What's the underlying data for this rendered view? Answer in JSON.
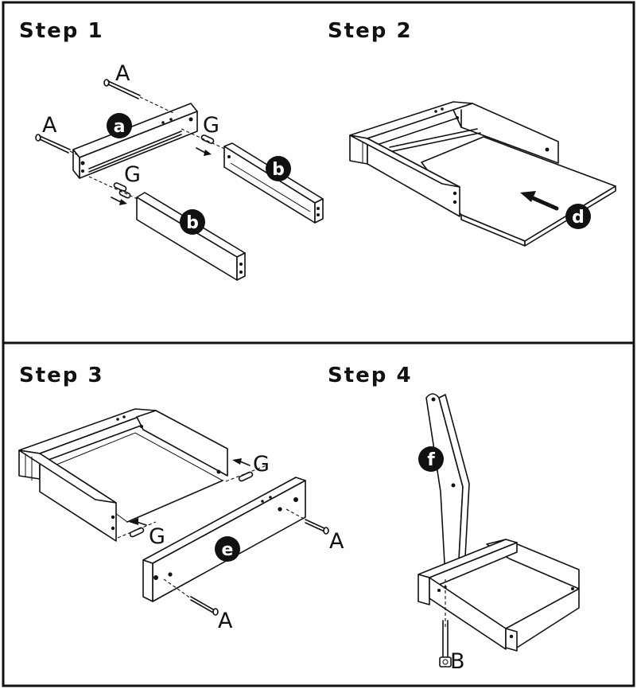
{
  "steps": [
    {
      "title": "Step 1"
    },
    {
      "title": "Step 2"
    },
    {
      "title": "Step 3"
    },
    {
      "title": "Step 4"
    }
  ],
  "hardware": {
    "A": "A",
    "G": "G",
    "B": "B"
  },
  "parts": {
    "a": "a",
    "b": "b",
    "d": "d",
    "e": "e",
    "f": "f"
  },
  "colors": {
    "ink": "#111111",
    "paper": "#ffffff"
  }
}
